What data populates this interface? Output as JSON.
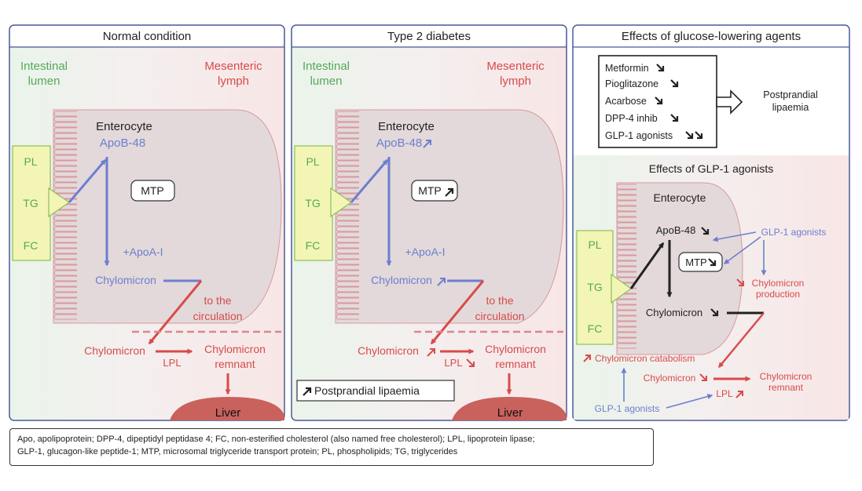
{
  "panels": {
    "normal": {
      "title": "Normal condition",
      "lumen_label": [
        "Intestinal",
        "lumen"
      ],
      "lymph_label": [
        "Mesenteric",
        "lymph"
      ],
      "lipids": [
        "PL",
        "TG",
        "FC"
      ],
      "enterocyte": "Enterocyte",
      "apob": "ApoB-48",
      "mtp": "MTP",
      "apoa": "+ApoA-I",
      "chylo_cell": "Chylomicron",
      "to_circ": [
        "to the",
        "circulation"
      ],
      "chylo_out": "Chylomicron",
      "lpl": "LPL",
      "remnant": [
        "Chylomicron",
        "remnant"
      ],
      "liver": "Liver"
    },
    "t2d": {
      "title": "Type 2 diabetes",
      "lumen_label": [
        "Intestinal",
        "lumen"
      ],
      "lymph_label": [
        "Mesenteric",
        "lymph"
      ],
      "lipids": [
        "PL",
        "TG",
        "FC"
      ],
      "enterocyte": "Enterocyte",
      "apob": "ApoB-48",
      "mtp": "MTP",
      "apoa": "+ApoA-I",
      "chylo_cell": "Chylomicron",
      "to_circ": [
        "to the",
        "circulation"
      ],
      "chylo_out": "Chylomicron",
      "lpl": "LPL",
      "remnant": [
        "Chylomicron",
        "remnant"
      ],
      "liver": "Liver",
      "ppl": "Postprandial lipaemia"
    },
    "agents": {
      "title": "Effects of glucose-lowering agents",
      "drugs": [
        "Metformin",
        "Pioglitazone",
        "Acarbose",
        "DPP-4 inhib",
        "GLP-1 agonists"
      ],
      "ppl": [
        "Postprandial",
        "lipaemia"
      ],
      "glp1_title": "Effects of GLP-1 agonists",
      "lipids": [
        "PL",
        "TG",
        "FC"
      ],
      "enterocyte": "Enterocyte",
      "apob": "ApoB-48",
      "mtp": "MTP",
      "chylo_cell": "Chylomicron",
      "glp1_a": "GLP-1 agonists",
      "prod": [
        "Chylomicron",
        "production"
      ],
      "catab": "Chylomicron catabolism",
      "chylo_out": "Chylomicron",
      "remnant": [
        "Chylomicron",
        "remnant"
      ],
      "lpl": "LPL",
      "glp1_b": "GLP-1 agonists"
    }
  },
  "footnote": {
    "line1": "Apo, apolipoprotein; DPP-4, dipeptidyl peptidase 4; FC, non-esterified cholesterol (also named free cholesterol); LPL, lipoprotein lipase;",
    "line2": "GLP-1, glucagon-like peptide-1; MTP, microsomal triglyceride transport protein; PL, phospholipids; TG, triglycerides"
  },
  "colors": {
    "green": "#56a85a",
    "red": "#d84b4b",
    "blue": "#6b7fcf",
    "navy": "#4a5a9a",
    "lipid_fill": "#f3f5b4",
    "lipid_stroke": "#8cbf5c",
    "cell_fill": "#e3d9da",
    "cell_stroke": "#d9989c",
    "liver": "#c9615d",
    "dark": "#222222"
  }
}
